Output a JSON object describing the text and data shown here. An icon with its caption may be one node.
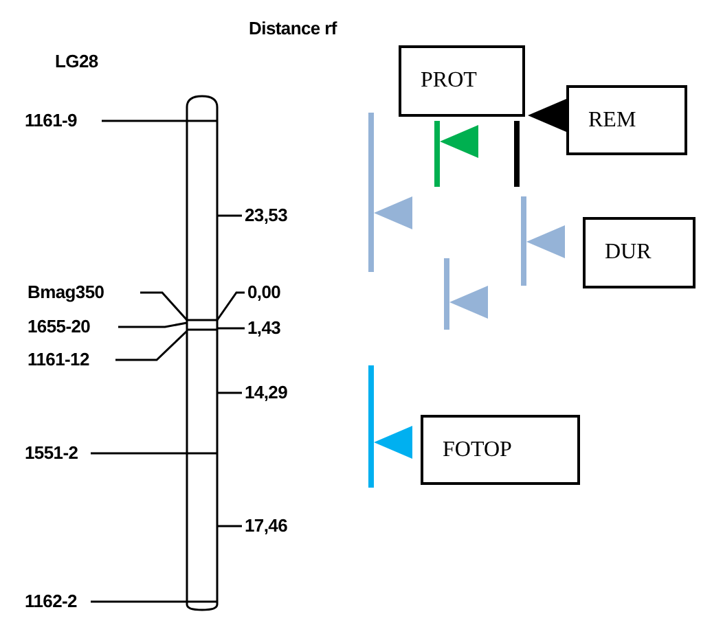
{
  "diagram": {
    "nodes": [
      {
        "text": [
          "PROT"
        ]
      },
      {
        "text": [
          "REM"
        ]
      },
      {
        "text": [
          "DUR"
        ]
      },
      {
        "text": [
          "FOTOP"
        ]
      }
    ],
    "labels": [
      "Distance rf",
      "LG28",
      "1161-9",
      "23,53",
      "Bmag350",
      "0,00",
      "1655-20",
      "1,43",
      "1161-12",
      "14,29",
      "1551-2",
      "17,46",
      "1162-2"
    ]
  }
}
